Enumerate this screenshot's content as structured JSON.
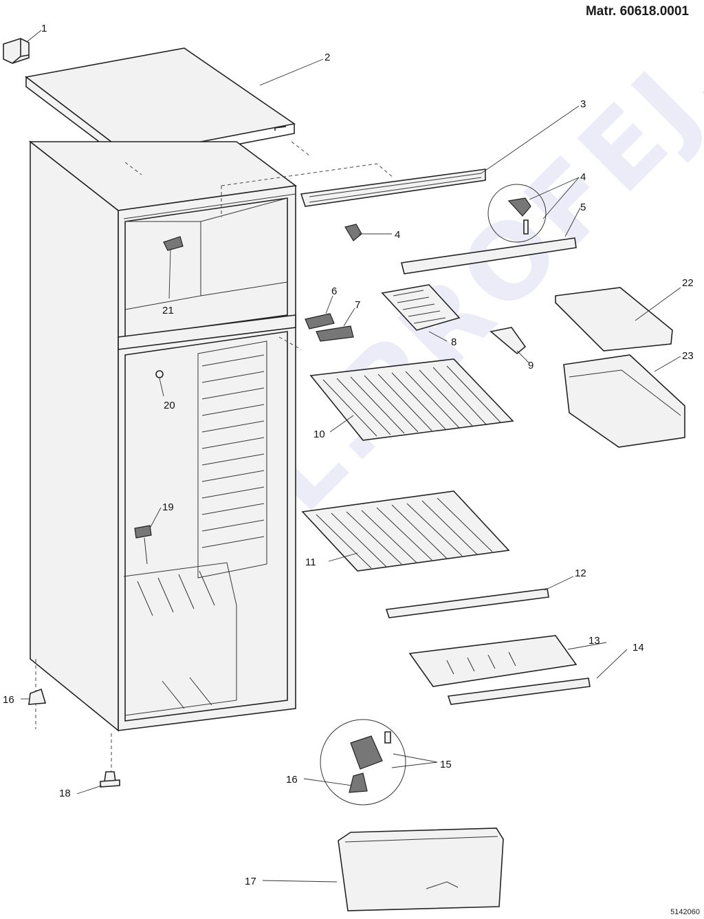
{
  "header": {
    "matr": "Matr. 60618.0001"
  },
  "footer": {
    "doc_number": "5142060"
  },
  "watermark": {
    "text": "©DIL.PROFEJ.cz",
    "color": "#4646c8"
  },
  "callouts": [
    "1",
    "2",
    "3",
    "4",
    "4",
    "5",
    "6",
    "7",
    "8",
    "9",
    "10",
    "11",
    "12",
    "13",
    "14",
    "15",
    "16",
    "16",
    "17",
    "18",
    "19",
    "20",
    "21",
    "22",
    "23"
  ]
}
